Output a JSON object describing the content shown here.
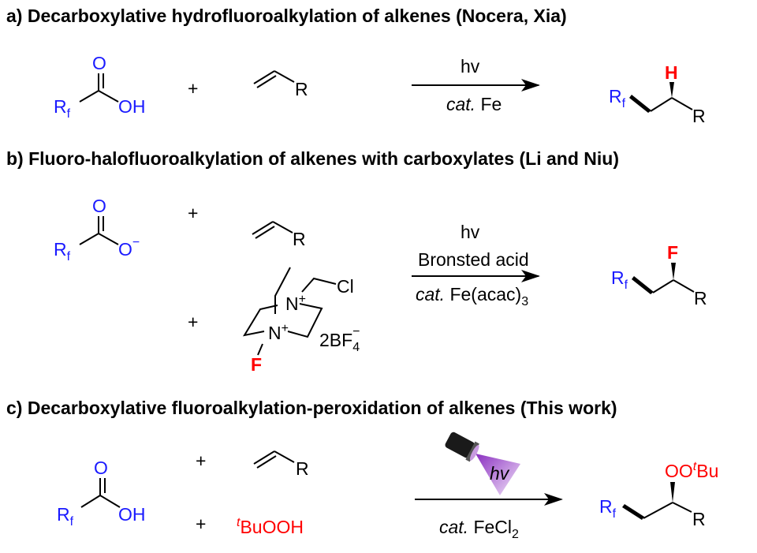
{
  "sections": [
    {
      "heading": "a) Decarboxylative hydrofluoroalkylation of alkenes (Nocera, Xia)",
      "acid": {
        "o": "O",
        "r": "R",
        "r_sub": "f",
        "oh": "OH"
      },
      "plus": "+",
      "alkene_r": "R",
      "conditions": {
        "above": "hv",
        "below_cat": "cat.",
        "below_rest": " Fe"
      },
      "product": {
        "r": "R",
        "r_sub": "f",
        "added_atom": "H",
        "r2": "R"
      }
    },
    {
      "heading": "b) Fluoro-halofluoroalkylation of alkenes with carboxylates (Li and Niu)",
      "acid": {
        "o": "O",
        "o_minus": "O",
        "charge": "−",
        "r": "R",
        "r_sub": "f"
      },
      "plus": [
        "+",
        "+"
      ],
      "alkene_r": "R",
      "selectfluor": {
        "n": "N",
        "plus": "+",
        "cl": "Cl",
        "counter": "2BF",
        "counter_sub": "4",
        "counter_charge": "−",
        "f": "F"
      },
      "conditions": {
        "above": "hv",
        "middle": "Bronsted acid",
        "below_cat": "cat.",
        "below_rest": " Fe(acac)",
        "below_sub": "3"
      },
      "product": {
        "r": "R",
        "r_sub": "f",
        "added_atom": "F",
        "r2": "R"
      }
    },
    {
      "heading": "c) Decarboxylative fluoroalkylation-peroxidation of alkenes (This work)",
      "acid": {
        "o": "O",
        "r": "R",
        "r_sub": "f",
        "oh": "OH"
      },
      "plus": [
        "+",
        "+"
      ],
      "alkene_r": "R",
      "peroxide": {
        "t": "t",
        "rest": "BuOOH"
      },
      "conditions": {
        "lamp_label": "hv",
        "below_cat": "cat.",
        "below_rest": " FeCl",
        "below_sub": "2"
      },
      "product": {
        "r": "R",
        "r_sub": "f",
        "oo": "OO",
        "t": "t",
        "bu": "Bu",
        "r2": "R"
      }
    }
  ],
  "colors": {
    "fluoroalkyl": "#1a1aff",
    "highlight": "#ff0000",
    "light": "#9b3fc8"
  }
}
